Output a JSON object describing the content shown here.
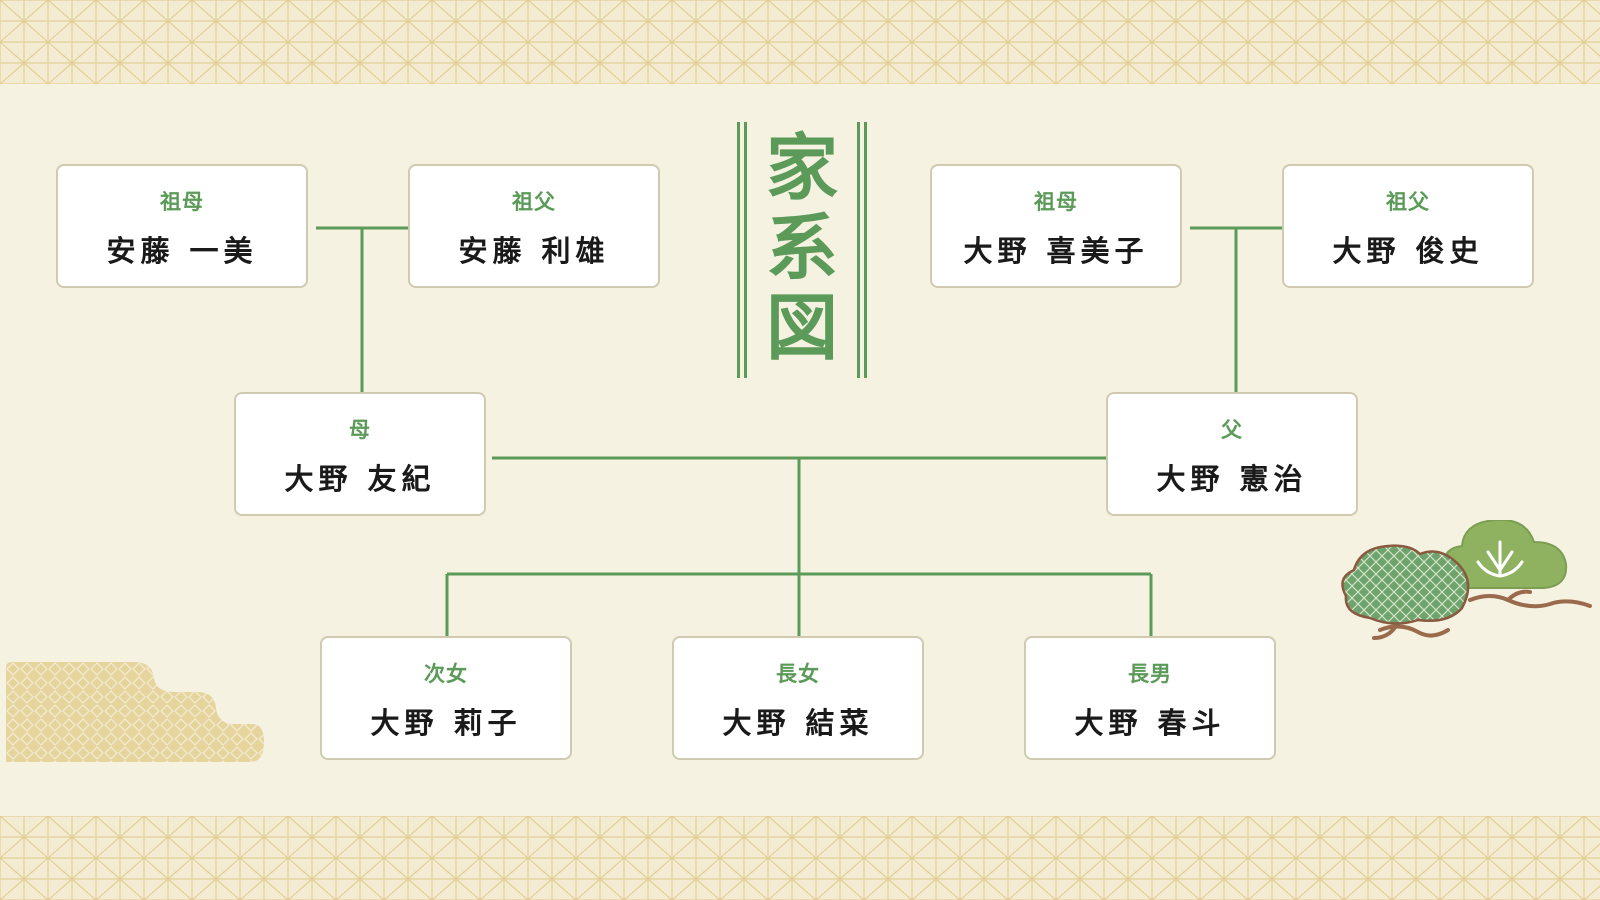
{
  "title": [
    "家",
    "系",
    "図"
  ],
  "colors": {
    "background": "#f5f2e1",
    "accent_green": "#5b9a58",
    "card_border": "#cfcab0",
    "pattern_gold": "#e2cf95",
    "pine_light": "#8fb261",
    "pine_dark": "#6ea36e",
    "trunk": "#9a6a4c"
  },
  "tree": {
    "maternal_grandmother": {
      "role": "祖母",
      "name": "安藤 一美"
    },
    "maternal_grandfather": {
      "role": "祖父",
      "name": "安藤 利雄"
    },
    "paternal_grandmother": {
      "role": "祖母",
      "name": "大野 喜美子"
    },
    "paternal_grandfather": {
      "role": "祖父",
      "name": "大野 俊史"
    },
    "mother": {
      "role": "母",
      "name": "大野 友紀"
    },
    "father": {
      "role": "父",
      "name": "大野 憲治"
    },
    "second_daughter": {
      "role": "次女",
      "name": "大野 莉子"
    },
    "eldest_daughter": {
      "role": "長女",
      "name": "大野 結菜"
    },
    "eldest_son": {
      "role": "長男",
      "name": "大野 春斗"
    }
  },
  "decorations": {
    "border_pattern": "asanoha-pattern",
    "left_motif": "cloud-motif",
    "right_motif": "pine-tree-icon"
  }
}
